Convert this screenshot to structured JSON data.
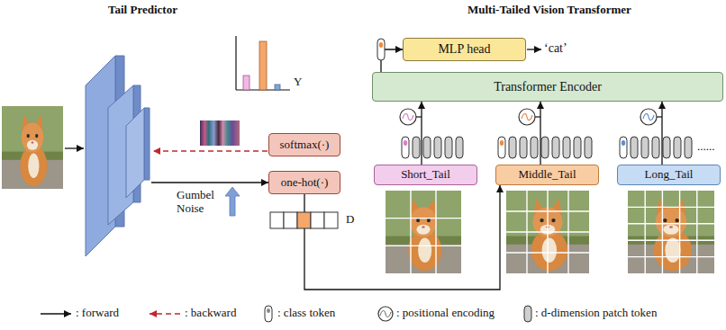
{
  "diagram": {
    "nodes": [
      {
        "text": [
          "softmax(·)"
        ]
      },
      {
        "text": [
          "one-hot(·)"
        ]
      },
      {
        "text": [
          "MLP head"
        ]
      },
      {
        "text": [
          "Transformer Encoder"
        ]
      },
      {
        "text": [
          "Short_Tail"
        ]
      },
      {
        "text": [
          "Middle_Tail"
        ]
      },
      {
        "text": [
          "Long_Tail"
        ]
      }
    ],
    "edges": [
      {
        "from": 1,
        "to": 5,
        "arrow": "to"
      },
      {
        "from": 4,
        "to": 3,
        "arrow": "to"
      },
      {
        "from": 5,
        "to": 3,
        "arrow": "to"
      },
      {
        "from": 6,
        "to": 3,
        "arrow": "to"
      },
      {
        "from": 3,
        "to": 2,
        "arrow": "to"
      }
    ],
    "labels": [
      "Tail Predictor",
      "Multi-Tailed Vision Transformer",
      "Y",
      "Gumbel Noise",
      "D",
      "‘cat’",
      "......"
    ],
    "legend": [
      {
        "text": ": forward"
      },
      {
        "text": ": backward"
      },
      {
        "text": ": class token"
      },
      {
        "text": ": positional encoding"
      },
      {
        "text": ": d-dimension patch token"
      }
    ]
  }
}
